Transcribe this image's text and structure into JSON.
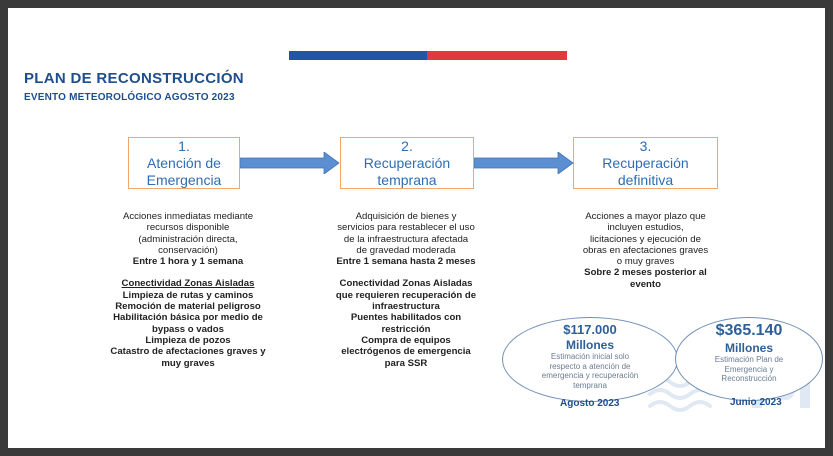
{
  "header": {
    "title": "PLAN DE RECONSTRUCCIÓN",
    "subtitle": "EVENTO METEOROLÓGICO AGOSTO 2023"
  },
  "colors": {
    "blue": "#1f57a5",
    "red": "#e03a3e",
    "box_border": "#f2a86a",
    "arrow": "#5b8fd1"
  },
  "steps": [
    {
      "number": "1.",
      "line1": "Atención de",
      "line2": "Emergencia"
    },
    {
      "number": "2.",
      "line1": "Recuperación",
      "line2": "temprana"
    },
    {
      "number": "3.",
      "line1": "Recuperación",
      "line2": "definitiva"
    }
  ],
  "descriptions": {
    "step1": {
      "lines": [
        "Acciones inmediatas mediante",
        "recursos disponible",
        "(administración directa,",
        "conservación)"
      ],
      "timing": "Entre 1 hora y 1 semana",
      "heading": "Conectividad Zonas Aisladas",
      "items": [
        "Limpieza de rutas y caminos",
        "Remoción de material peligroso",
        "Habilitación básica por medio de",
        "bypass o vados",
        "Limpieza de pozos",
        "Catastro de afectaciones graves y",
        "muy graves"
      ]
    },
    "step2": {
      "lines": [
        "Adquisición de bienes y",
        "servicios para restablecer el uso",
        "de la infraestructura afectada",
        "de gravedad moderada"
      ],
      "timing": "Entre 1 semana hasta 2 meses",
      "items": [
        "Conectividad Zonas Aisladas",
        "que requieren recuperación de",
        "infraestructura",
        "Puentes habilitados con",
        "restricción",
        "Compra de equipos",
        "electrógenos de emergencia",
        "para SSR"
      ]
    },
    "step3": {
      "lines": [
        "Acciones a mayor plazo que",
        "incluyen estudios,",
        "licitaciones y ejecución de",
        "obras en afectaciones graves",
        "o muy graves"
      ],
      "timing_lines": [
        "Sobre 2 meses posterior al",
        "evento"
      ]
    }
  },
  "bubbles": [
    {
      "amount": "$117.000",
      "unit": "Millones",
      "note": [
        "Estimación inicial solo",
        "respecto a atención de",
        "emergencia y recuperación",
        "temprana"
      ],
      "date": "Agosto 2023"
    },
    {
      "amount": "$365.140",
      "unit": "Millones",
      "note": [
        "Estimación Plan de",
        "Emergencia y",
        "Reconstrucción"
      ],
      "date": "Junio 2023"
    }
  ]
}
